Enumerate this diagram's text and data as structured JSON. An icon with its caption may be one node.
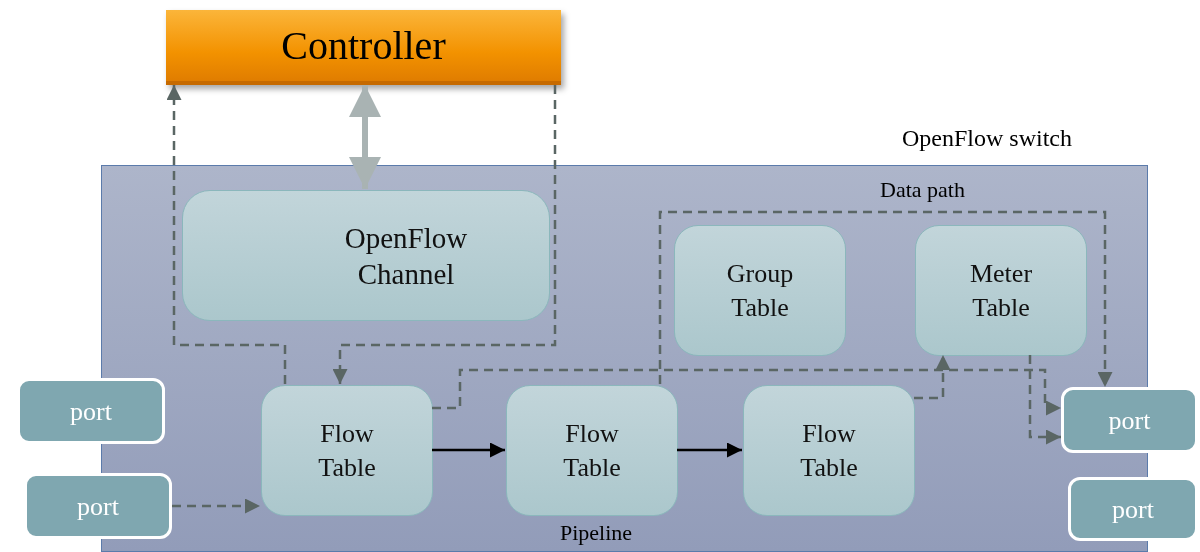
{
  "diagram": {
    "nodes": [
      {
        "text": [
          "Controller"
        ]
      },
      {
        "text": [
          "OpenFlow switch"
        ]
      },
      {
        "text": [
          "OpenFlow Channel"
        ],
        "in": 1
      },
      {
        "text": [
          "Group Table"
        ],
        "in": 1
      },
      {
        "text": [
          "Meter Table"
        ],
        "in": 1
      },
      {
        "text": [
          "Flow Table"
        ],
        "in": 1
      },
      {
        "text": [
          "Flow Table"
        ],
        "in": 1
      },
      {
        "text": [
          "Flow Table"
        ],
        "in": 1
      },
      {
        "text": [
          "port"
        ]
      },
      {
        "text": [
          "port"
        ]
      },
      {
        "text": [
          "port"
        ]
      },
      {
        "text": [
          "port"
        ]
      }
    ],
    "edges": [
      {
        "from": 9,
        "to": 5,
        "arrow": "to",
        "style": "dashed"
      },
      {
        "from": 5,
        "to": 0,
        "arrow": "to",
        "style": "dashed"
      },
      {
        "from": 0,
        "to": 5,
        "arrow": "to",
        "style": "dashed"
      },
      {
        "from": 0,
        "to": 2,
        "arrow": "both",
        "style": "thick",
        "color": "#a9b3b3"
      },
      {
        "from": 5,
        "to": 6,
        "arrow": "to",
        "color": "#000000"
      },
      {
        "from": 6,
        "to": 7,
        "arrow": "to",
        "color": "#000000"
      },
      {
        "from": 5,
        "to": 10,
        "arrow": "to",
        "style": "dashed"
      },
      {
        "from": 6,
        "to": 10,
        "arrow": "to",
        "style": "dashed"
      },
      {
        "from": 7,
        "to": 4,
        "arrow": "to",
        "style": "dashed"
      },
      {
        "from": 4,
        "to": 10,
        "arrow": "to",
        "style": "dashed"
      }
    ],
    "labels": [
      "Data path",
      "Pipeline"
    ]
  }
}
